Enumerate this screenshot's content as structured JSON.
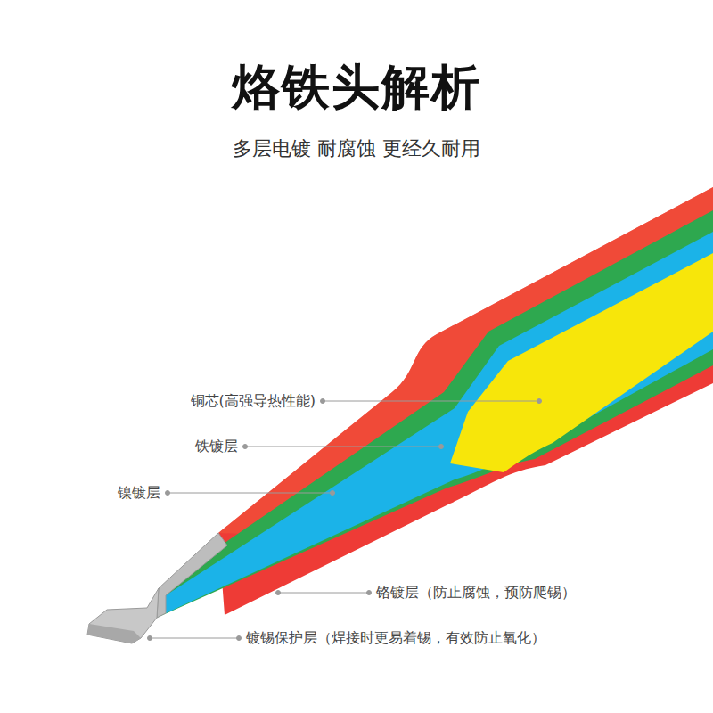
{
  "diagram": {
    "title": "烙铁头解析",
    "caption": "多层电镀 耐腐蚀 更经久耐用",
    "labels": [
      "铜芯(高强导热性能)",
      "铁镀层",
      "镍镀层",
      "铬镀层（防止腐蚀，预防爬锡）",
      "镀锡保护层（焊接时更易着锡，有效防止氧化）"
    ]
  }
}
